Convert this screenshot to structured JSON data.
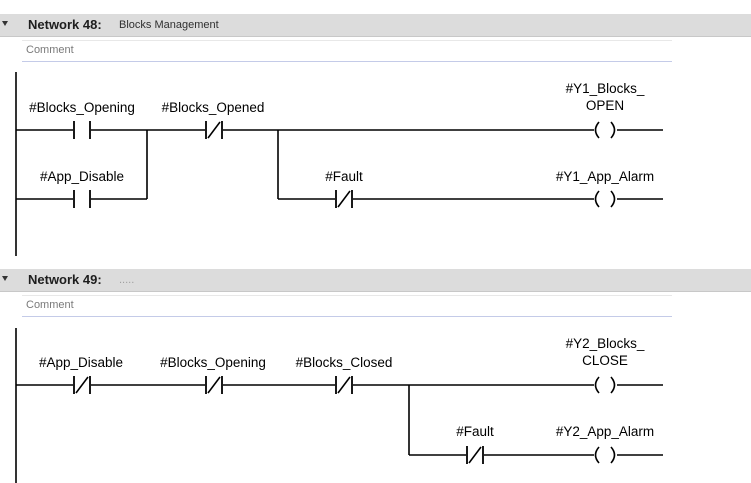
{
  "networks": [
    {
      "title": "Network 48:",
      "name": "Blocks Management",
      "comment_label": "Comment",
      "contacts": [
        {
          "label": "#Blocks_Opening",
          "kind": "NO"
        },
        {
          "label": "#App_Disable",
          "kind": "NO"
        },
        {
          "label": "#Blocks_Opened",
          "kind": "NC"
        },
        {
          "label": "#Fault",
          "kind": "NC"
        }
      ],
      "coils": [
        {
          "label_line1": "#Y1_Blocks_",
          "label_line2": "OPEN"
        },
        {
          "label_line1": "#Y1_App_Alarm",
          "label_line2": ""
        }
      ]
    },
    {
      "title": "Network 49:",
      "name": ".....",
      "comment_label": "Comment",
      "contacts": [
        {
          "label": "#App_Disable",
          "kind": "NC"
        },
        {
          "label": "#Blocks_Opening",
          "kind": "NC"
        },
        {
          "label": "#Blocks_Closed",
          "kind": "NC"
        },
        {
          "label": "#Fault",
          "kind": "NC"
        }
      ],
      "coils": [
        {
          "label_line1": "#Y2_Blocks_",
          "label_line2": "CLOSE"
        },
        {
          "label_line1": "#Y2_App_Alarm",
          "label_line2": ""
        }
      ]
    }
  ]
}
